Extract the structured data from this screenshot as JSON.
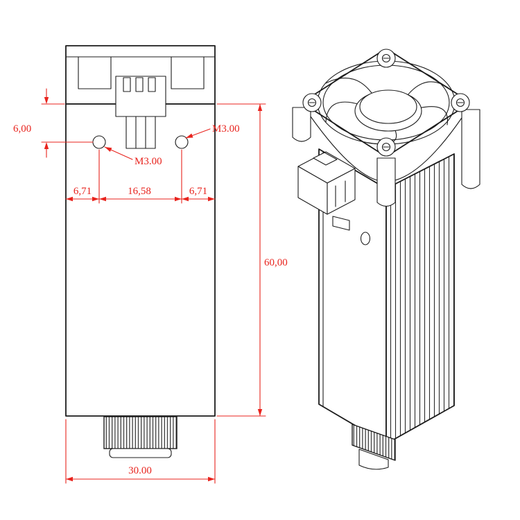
{
  "drawing": {
    "colors": {
      "outline": "#1c1c1c",
      "dimension": "#e8231d",
      "background": "#ffffff"
    },
    "front_view": {
      "dim_top_to_hole": "6,00",
      "thread_callout_right_hole": "M3.00",
      "thread_callout_left_hole": "M3.00",
      "dim_edge_to_left_hole": "6,71",
      "dim_hole_spacing": "16,58",
      "dim_right_hole_to_edge": "6,71",
      "dim_body_height": "60,00",
      "dim_body_width": "30.00"
    }
  }
}
